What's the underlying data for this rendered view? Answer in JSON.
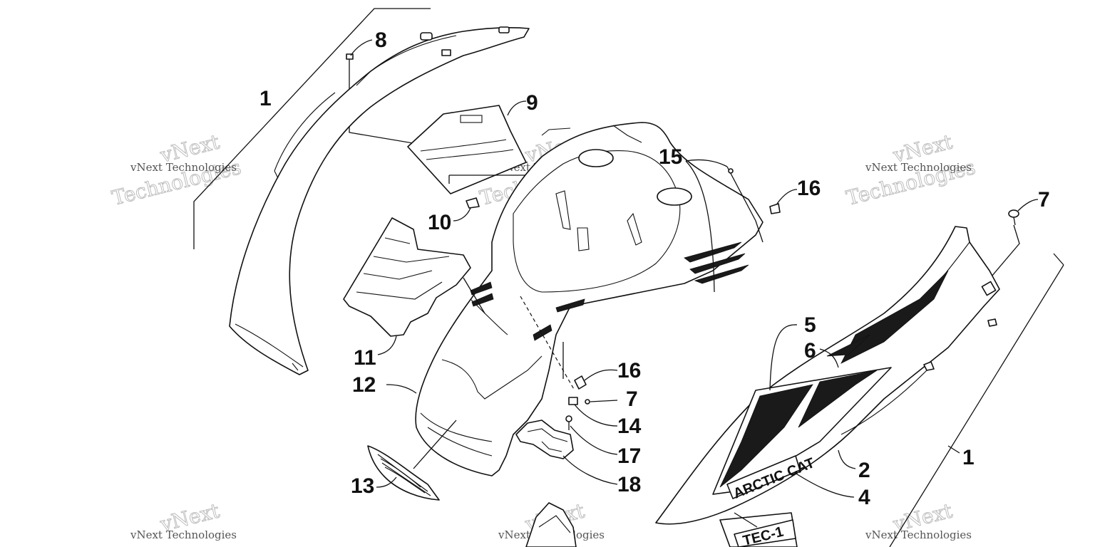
{
  "callouts": {
    "c1_left": "1",
    "c1_right": "1",
    "c2": "2",
    "c4": "4",
    "c5": "5",
    "c6": "6",
    "c7_top": "7",
    "c7_mid": "7",
    "c8": "8",
    "c9": "9",
    "c10": "10",
    "c11": "11",
    "c12": "12",
    "c13": "13",
    "c14": "14",
    "c15": "15",
    "c16_top": "16",
    "c16_mid": "16",
    "c17": "17",
    "c18": "18"
  },
  "decals": {
    "brand": "ARCTIC CAT",
    "model": "TEC-1"
  },
  "watermark": {
    "line1": "vNext Technologies",
    "line2": "Technologies",
    "line3": "vNext"
  }
}
